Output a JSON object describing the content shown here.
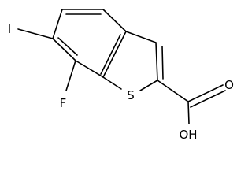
{
  "molecule": {
    "atoms": {
      "iodine": "I",
      "fluorine": "F",
      "sulfur": "S",
      "carbonyl_oxygen": "O",
      "hydroxyl": "OH"
    }
  }
}
